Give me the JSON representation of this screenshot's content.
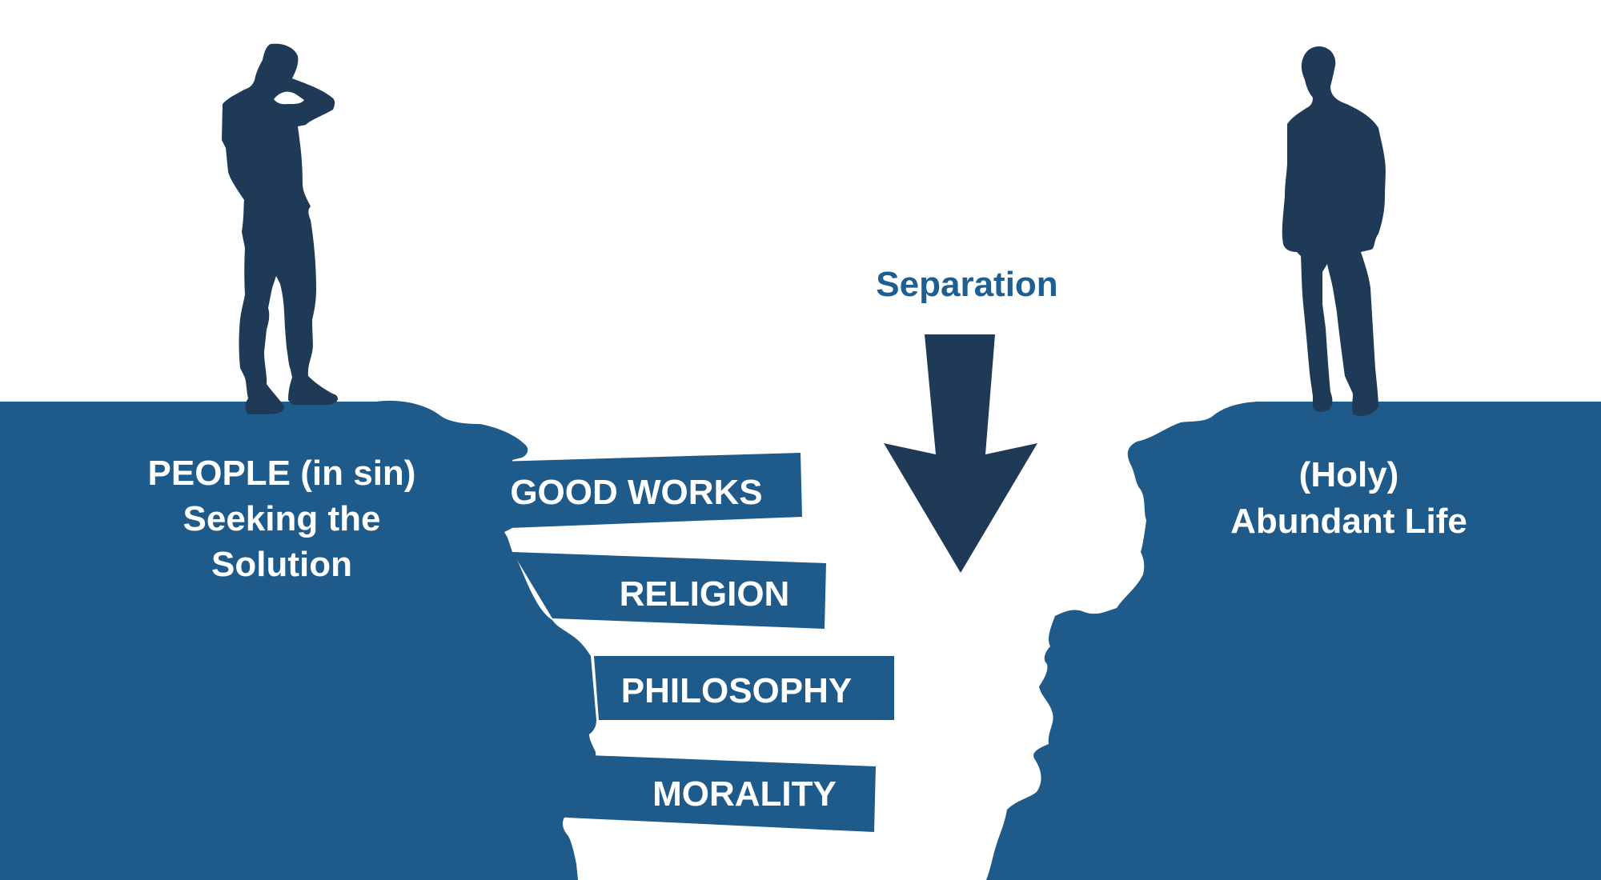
{
  "colors": {
    "cliff": "#1e5a8a",
    "silhouette": "#1f3a56",
    "arrow": "#1f3a56",
    "label_light": "#ffffff",
    "label_accent": "#1d5f93",
    "background": "#ffffff"
  },
  "left_side": {
    "line1": "PEOPLE (in sin)",
    "line2": "Seeking the",
    "line3": "Solution",
    "figure": "thinking-person-silhouette"
  },
  "right_side": {
    "line1": "(Holy)",
    "line2": "Abundant Life",
    "figure": "standing-person-silhouette"
  },
  "gap": {
    "label": "Separation",
    "arrow": "down-arrow"
  },
  "bridges": [
    {
      "label": "GOOD WORKS"
    },
    {
      "label": "RELIGION"
    },
    {
      "label": "PHILOSOPHY"
    },
    {
      "label": "MORALITY"
    }
  ]
}
